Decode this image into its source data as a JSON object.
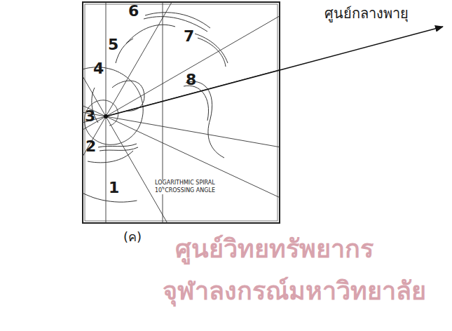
{
  "diagram": {
    "labels": [
      "ศูนย์กลางพายุ",
      "6",
      "5",
      "7",
      "4",
      "8",
      "3",
      "2",
      "1",
      "LOGARITHMIC SPIRAL",
      "10°CROSSING ANGLE",
      "(ค)",
      "ศูนย์วิทยทรัพยากร",
      "จุฬาลงกรณ์มหาวิทยาลัย"
    ]
  }
}
